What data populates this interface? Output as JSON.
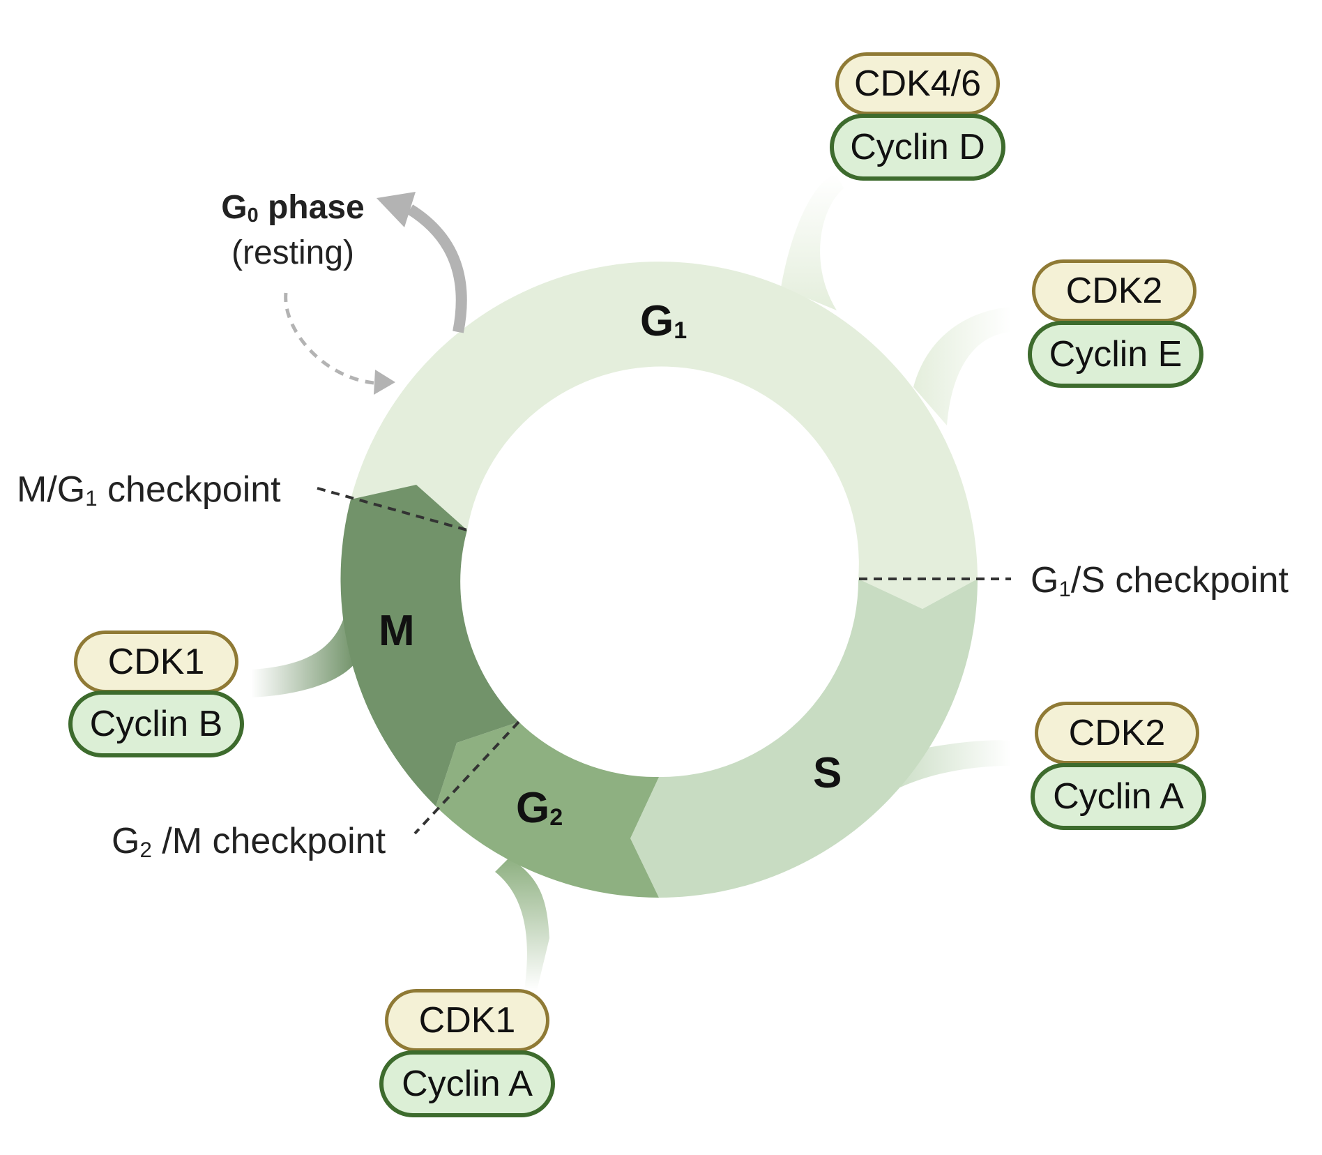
{
  "phases": {
    "g1": {
      "main": "G",
      "sub": "1"
    },
    "s": {
      "main": "S"
    },
    "g2": {
      "main": "G",
      "sub": "2"
    },
    "m": {
      "main": "M"
    }
  },
  "g0": {
    "main": "G",
    "sub": "0",
    "rest": " phase",
    "note": "(resting)"
  },
  "checkpoints": {
    "m_g1": {
      "a": "M/G",
      "sub": "1",
      "b": " checkpoint"
    },
    "g1_s": {
      "a": "G",
      "sub": "1",
      "b": "/S checkpoint"
    },
    "g2_m": {
      "a": "G",
      "sub": "2",
      "b": " /M checkpoint"
    }
  },
  "complexes": [
    {
      "id": "cdk46-cyclind",
      "cdk": "CDK4/6",
      "cyclin": "Cyclin D"
    },
    {
      "id": "cdk2-cycline",
      "cdk": "CDK2",
      "cyclin": "Cyclin E"
    },
    {
      "id": "cdk2-cyclina",
      "cdk": "CDK2",
      "cyclin": "Cyclin A"
    },
    {
      "id": "cdk1-cyclina",
      "cdk": "CDK1",
      "cyclin": "Cyclin A"
    },
    {
      "id": "cdk1-cyclinb",
      "cdk": "CDK1",
      "cyclin": "Cyclin B"
    }
  ],
  "colors": {
    "g1": "#e4eedc",
    "s": "#c8dcc2",
    "g2": "#8eb081",
    "m": "#72936a",
    "cdk_fill": "#f4f1d6",
    "cdk_border": "#8f7a35",
    "cyclin_fill": "#dcefd6",
    "cyclin_border": "#3d6b2d",
    "g0_arrow": "#b3b3b3"
  }
}
